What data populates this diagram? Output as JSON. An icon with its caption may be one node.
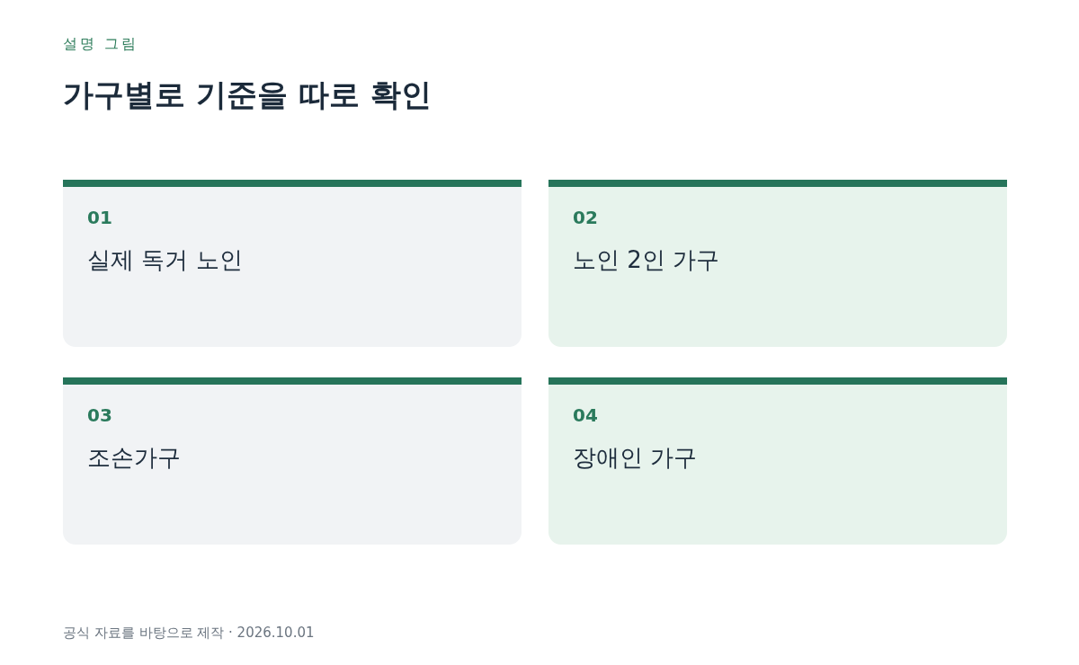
{
  "diagram": {
    "title": "가구별로 기준을 따로 확인",
    "caption": "공식 자료를 바탕으로 제작 · 2026.10.01",
    "labels": [
      "설명 그림"
    ],
    "nodes": [
      {
        "text": [
          "01",
          "실제 독거 노인"
        ]
      },
      {
        "text": [
          "02",
          "노인 2인 가구"
        ]
      },
      {
        "text": [
          "03",
          "조손가구"
        ]
      },
      {
        "text": [
          "04",
          "장애인 가구"
        ]
      }
    ]
  }
}
